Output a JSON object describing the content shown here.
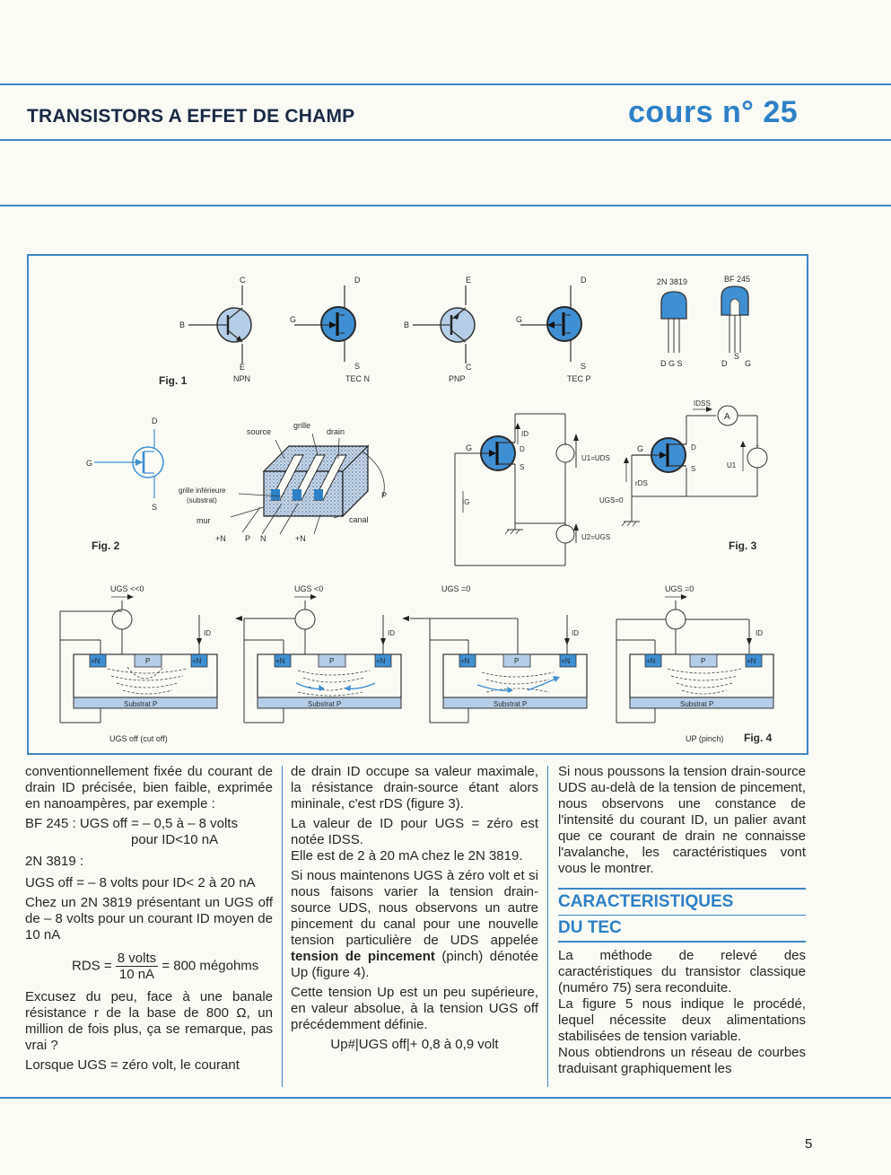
{
  "header": {
    "title": "TRANSISTORS A EFFET DE CHAMP",
    "cours": "cours n° 25"
  },
  "figures": {
    "fig1": {
      "label": "Fig. 1",
      "npn": {
        "name": "NPN",
        "top": "C",
        "left": "B",
        "bottom": "E"
      },
      "tecn": {
        "name": "TEC N",
        "top": "D",
        "left": "G",
        "bottom": "S"
      },
      "pnp": {
        "name": "PNP",
        "top": "E",
        "left": "B",
        "bottom": "C"
      },
      "tecp": {
        "name": "TEC P",
        "top": "D",
        "left": "G",
        "bottom": "S"
      },
      "pkg1": {
        "name": "2N 3819",
        "pins": "D G S"
      },
      "pkg2": {
        "name": "BF 245",
        "pins_left": "D",
        "pins_mid": "S",
        "pins_right": "G"
      }
    },
    "fig2": {
      "label": "Fig. 2",
      "symbol": {
        "d": "D",
        "g": "G",
        "s": "S"
      },
      "source": "source",
      "grille": "grille",
      "drain": "drain",
      "grille_inf": "grille inférieure",
      "substrat": "(substrat)",
      "mur": "mur",
      "canal": "canal",
      "p": "P",
      "n_plus_left": "+N",
      "p_bottom": "P",
      "n_bottom": "N",
      "n_plus_right": "+N"
    },
    "fig3": {
      "label": "Fig. 3",
      "g": "G",
      "d": "D",
      "s": "S",
      "id": "ID",
      "ig": "IG",
      "u1uds": "U1=UDS",
      "ugs0": "UGS=0",
      "u2ugs": "U2=UGS",
      "g2": "G",
      "d2": "D",
      "s2": "S",
      "idss": "IDSS",
      "ammeter": "A",
      "rds": "rDS",
      "u1": "U1"
    },
    "fig4": {
      "label": "Fig. 4",
      "panels": [
        {
          "ugs": "UGS <<0",
          "id": "ID"
        },
        {
          "ugs": "UGS <0",
          "id": "ID"
        },
        {
          "ugs": "UGS =0",
          "id": "ID"
        },
        {
          "ugs": "UGS =0",
          "id": "ID"
        }
      ],
      "nplus": "+N",
      "p": "P",
      "substrat": "Substrat P",
      "cutoff": "UGS off (cut off)",
      "pinch": "UP (pinch)"
    }
  },
  "col1": {
    "p1": "conventionnellement fixée du courant de drain ID précisée, bien faible, exprimée en nanoampères, par exemple :",
    "bf245_l1": "BF 245 :  UGS off = – 0,5 à – 8 volts",
    "bf245_l2": "pour ID<10 nA",
    "n3819_head": "2N 3819 :",
    "n3819_line": "UGS off = – 8 volts pour ID< 2 à 20 nA",
    "p2": "Chez un 2N 3819 présentant un UGS off de – 8 volts pour un courant ID moyen de 10 nA",
    "rds_label": "RDS =",
    "rds_num": "8 volts",
    "rds_den": "10 nA",
    "rds_result": "= 800 mégohms",
    "p3": "Excusez du peu, face à une banale résistance r de la base de 800 Ω, un million de fois plus, ça se remarque, pas vrai ?",
    "p4": "Lorsque UGS = zéro volt, le courant"
  },
  "col2": {
    "p1": "de drain ID occupe sa valeur maximale, la résistance drain-source étant alors mininale, c'est rDS (figure 3).",
    "p2": "La valeur de ID pour UGS = zéro est notée IDSS.",
    "p3": "Elle est de 2 à 20 mA chez le 2N 3819.",
    "p4_start": "Si nous maintenons UGS à zéro volt et si nous faisons varier la tension drain-source UDS, nous observons un autre pincement du canal pour une nouvelle tension particulière de UDS appelée",
    "p4_bold": "tension de pincement",
    "p4_end": "(pinch) dénotée Up (figure 4).",
    "p5": "Cette tension Up est un peu supérieure, en valeur absolue, à la tension UGS off précédemment définie.",
    "formula": "Up#|UGS off|+ 0,8 à 0,9 volt"
  },
  "col3": {
    "p1": "Si nous poussons la tension drain-source UDS au-delà de la tension de pincement, nous observons une constance de l'intensité du courant ID, un palier avant que ce courant de drain ne connaisse l'avalanche, les caractéristiques vont vous le montrer.",
    "sec1": "CARACTERISTIQUES",
    "sec2": "DU TEC",
    "p2": "La méthode de relevé des caractéristiques du transistor classique (numéro 75) sera reconduite.",
    "p3": "La figure 5 nous indique le procédé, lequel nécessite deux alimentations stabilisées de tension variable.",
    "p4": "Nous obtiendrons un réseau de courbes traduisant graphiquement les"
  },
  "page": {
    "number": "5"
  },
  "colors": {
    "accent": "#2e80c6",
    "transistor_fill": "#3f8fd2",
    "line": "#3e86c4"
  }
}
